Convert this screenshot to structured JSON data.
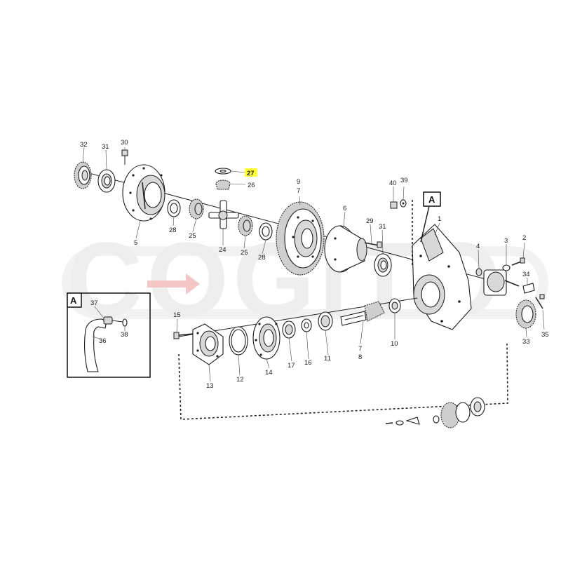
{
  "watermark": {
    "text": "COGITO",
    "color": "#eeeeee",
    "arrow_color": "#f4c6c6"
  },
  "detail_box": {
    "title": "A"
  },
  "callout_box": {
    "title": "A"
  },
  "highlight": {
    "color": "#ffff33",
    "part": "27"
  },
  "parts": {
    "p1": "1",
    "p2": "2",
    "p3": "3",
    "p4": "4",
    "p5": "5",
    "p6": "6",
    "p7a": "7",
    "p7b": "7",
    "p8": "8",
    "p9": "9",
    "p10": "10",
    "p11": "11",
    "p12": "12",
    "p13": "13",
    "p14": "14",
    "p15": "15",
    "p16": "16",
    "p17": "17",
    "p24": "24",
    "p25a": "25",
    "p25b": "25",
    "p26": "26",
    "p27": "27",
    "p28a": "28",
    "p28b": "28",
    "p29": "29",
    "p30": "30",
    "p31a": "31",
    "p31b": "31",
    "p32": "32",
    "p33": "33",
    "p34": "34",
    "p35": "35",
    "p36": "36",
    "p37": "37",
    "p38": "38",
    "p39": "39",
    "p40": "40"
  }
}
